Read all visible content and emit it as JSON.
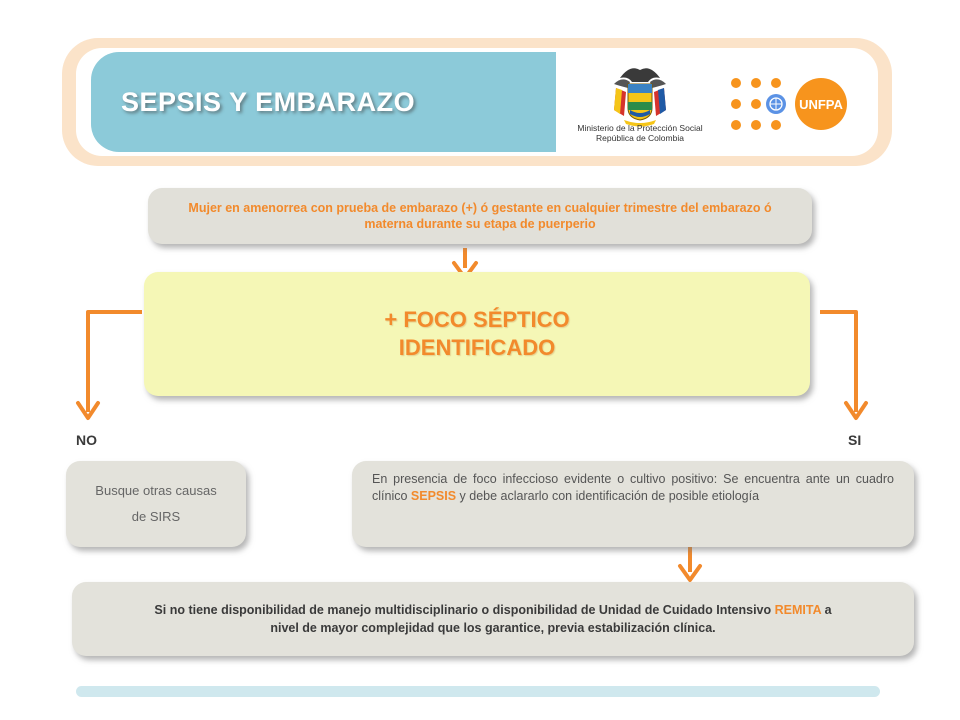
{
  "header": {
    "title": "SEPSIS Y EMBARAZO",
    "ministry_line1": "Ministerio de la Protección Social",
    "ministry_line2": "República de Colombia",
    "unfpa_label": "UNFPA"
  },
  "flow": {
    "start_text": "Mujer en amenorrea con prueba de embarazo (+) ó gestante en cualquier trimestre del embarazo ó materna durante su etapa de puerperio",
    "decision_line1": "+ FOCO SÉPTICO",
    "decision_line2": "IDENTIFICADO",
    "no_label": "NO",
    "si_label": "SI",
    "no_text_line1": "Busque otras causas",
    "no_text_line2": "de SIRS",
    "si_text_part1": "En presencia de foco infeccioso evidente o cultivo positivo: Se encuentra ante un cuadro clínico ",
    "si_text_highlight": "SEPSIS",
    "si_text_part2": " y debe aclararlo con identificación de posible etiología",
    "remita_part1": "Si no tiene disponibilidad de manejo multidisciplinario o disponibilidad de Unidad de Cuidado Intensivo ",
    "remita_highlight": "REMITA",
    "remita_part2": " a nivel de mayor complejidad que los garantice, previa estabilización clínica."
  },
  "colors": {
    "accent_orange": "#f28a2c",
    "title_band": "#8ccad9",
    "header_frame": "#fbe3c9",
    "decision_fill": "#f5f7b6",
    "box_fill": "#e3e2db"
  },
  "icons": {
    "ministry_logo": "colombia-coat-of-arms-icon",
    "unfpa_logo": "unfpa-dots-logo-icon",
    "un_logo": "un-emblem-icon"
  }
}
